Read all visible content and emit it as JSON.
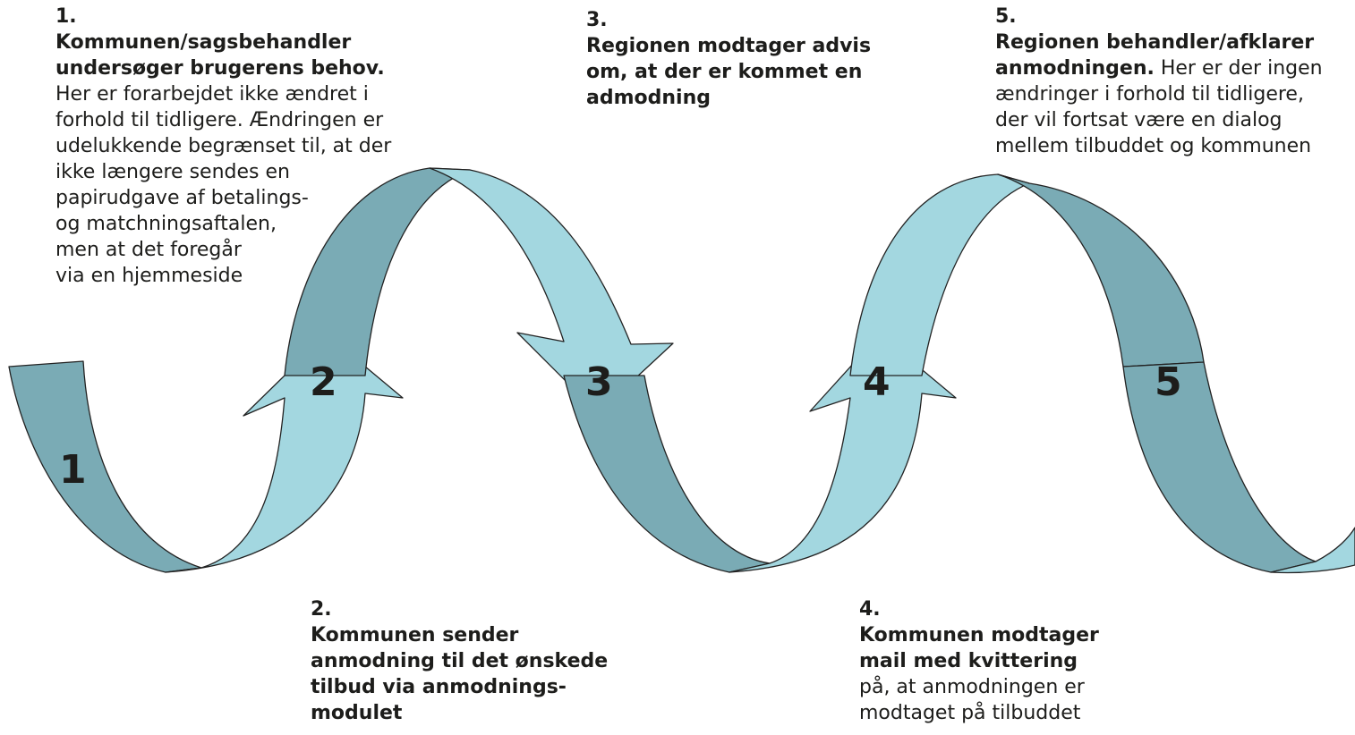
{
  "colors": {
    "ribbon_dark": "#7aabb5",
    "ribbon_light": "#a3d7e0",
    "outline": "#222222",
    "text": "#1d1d1b"
  },
  "markers": [
    "1",
    "2",
    "3",
    "4",
    "5"
  ],
  "steps": {
    "s1": {
      "num": "1.",
      "lead": "Kommunen/sagsbehandler\nundersøger brugerens behov.",
      "body": "Her er forarbejdet ikke ændret i\nforhold til tidligere. Ændringen er\nudelukkende begrænset til, at der\nikke længere sendes en\npapirudgave af betalings-\nog matchningsaftalen,\nmen at det foregår\nvia en hjemmeside"
    },
    "s2": {
      "num": "2.",
      "lead": "Kommunen sender\nanmodning til det ønskede\ntilbud via anmodnings-\nmodulet"
    },
    "s3": {
      "num": "3.",
      "lead": "Regionen modtager advis\nom, at der er kommet en\nadmodning"
    },
    "s4": {
      "num": "4.",
      "lead": "Kommunen modtager\nmail med kvittering",
      "body": "på, at anmodningen er\nmodtaget på tilbuddet"
    },
    "s5": {
      "num": "5.",
      "lead": "Regionen behandler/afklarer",
      "inline_lead": "anmodningen.",
      "body_inline": " Her er der ingen",
      "body": "ændringer i forhold til tidligere,\nder vil fortsat være en dialog\nmellem tilbuddet og kommunen"
    }
  }
}
